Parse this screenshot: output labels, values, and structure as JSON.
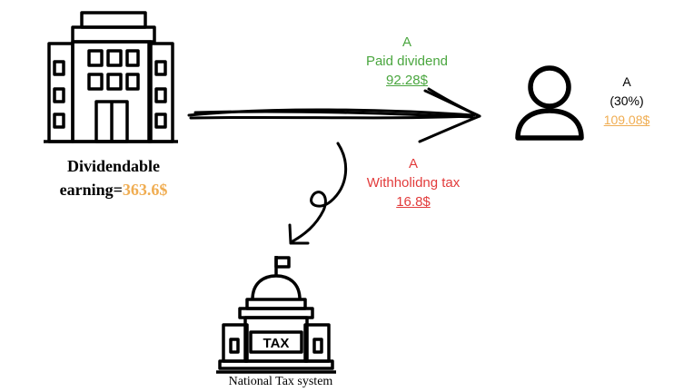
{
  "company": {
    "icon": "office-building-icon",
    "label_line1": "Dividendable",
    "label_line2_prefix": "earning=",
    "earning_value": "363.6$"
  },
  "dividend_flow": {
    "label_top": "A",
    "label": "Paid dividend",
    "amount": "92.28$"
  },
  "tax_flow": {
    "label_top": "A",
    "label": "Withholidng tax",
    "amount": "16.8$"
  },
  "shareholder": {
    "icon": "person-icon",
    "name": "A",
    "share": "(30%)",
    "amount": "109.08$"
  },
  "tax_system": {
    "icon": "tax-building-icon",
    "sign": "TAX",
    "label": "National Tax system"
  },
  "colors": {
    "green": "#4aa63f",
    "red": "#e23b3b",
    "orange": "#f0ad52",
    "black": "#000000"
  }
}
